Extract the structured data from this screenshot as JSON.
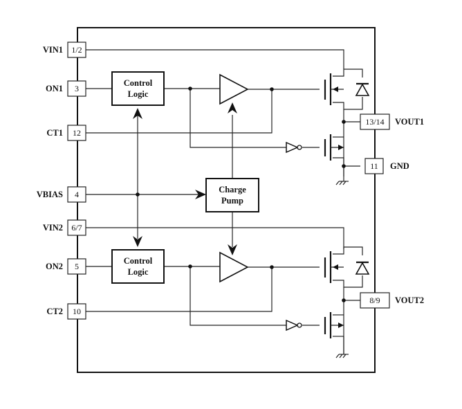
{
  "pins": {
    "vin1": {
      "name": "VIN1",
      "num": "1/2"
    },
    "on1": {
      "name": "ON1",
      "num": "3"
    },
    "ct1": {
      "name": "CT1",
      "num": "12"
    },
    "vbias": {
      "name": "VBIAS",
      "num": "4"
    },
    "vin2": {
      "name": "VIN2",
      "num": "6/7"
    },
    "on2": {
      "name": "ON2",
      "num": "5"
    },
    "ct2": {
      "name": "CT2",
      "num": "10"
    },
    "vout1": {
      "name": "VOUT1",
      "num": "13/14"
    },
    "gnd": {
      "name": "GND",
      "num": "11"
    },
    "vout2": {
      "name": "VOUT2",
      "num": "8/9"
    }
  },
  "blocks": {
    "control_logic_1": {
      "line1": "Control",
      "line2": "Logic"
    },
    "control_logic_2": {
      "line1": "Control",
      "line2": "Logic"
    },
    "charge_pump": {
      "line1": "Charge",
      "line2": "Pump"
    }
  }
}
